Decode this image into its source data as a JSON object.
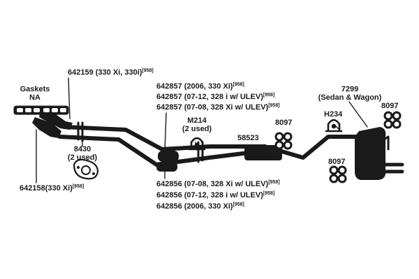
{
  "labels": {
    "gaskets": {
      "line1": "Gaskets",
      "line2": "NA"
    },
    "p642159": {
      "text": "642159 (330 Xi, 330i)",
      "sup": "[958]"
    },
    "p642158": {
      "text": "642158(330 Xi)",
      "sup": "[958]"
    },
    "p8430": {
      "line1": "8430",
      "line2": "(2 used)"
    },
    "p642857": [
      {
        "text": "642857 (2006, 330 Xi)",
        "sup": "[958]"
      },
      {
        "text": "642857 (07-12, 328 i w/ ULEV)",
        "sup": "[958]"
      },
      {
        "text": "642857 (07-08, 328 Xi w/ ULEV)",
        "sup": "[958]"
      }
    ],
    "pM214": {
      "line1": "M214",
      "line2": "(2 used)"
    },
    "p58523": "58523",
    "p8097": [
      "8097",
      "8097",
      "8097"
    ],
    "pH234": "H234",
    "p7299": {
      "line1": "7299",
      "line2": "(Sedan & Wagon)"
    },
    "p642856": [
      {
        "text": "642856 (07-08, 328 Xi w/ ULEV)",
        "sup": "[958]"
      },
      {
        "text": "642856 (07-12, 328 i w/ ULEV)",
        "sup": "[958]"
      },
      {
        "text": "642856 (2006, 330 Xi)",
        "sup": "[958]"
      }
    ]
  },
  "colors": {
    "ink": "#1a1a1a",
    "background": "#ffffff"
  }
}
